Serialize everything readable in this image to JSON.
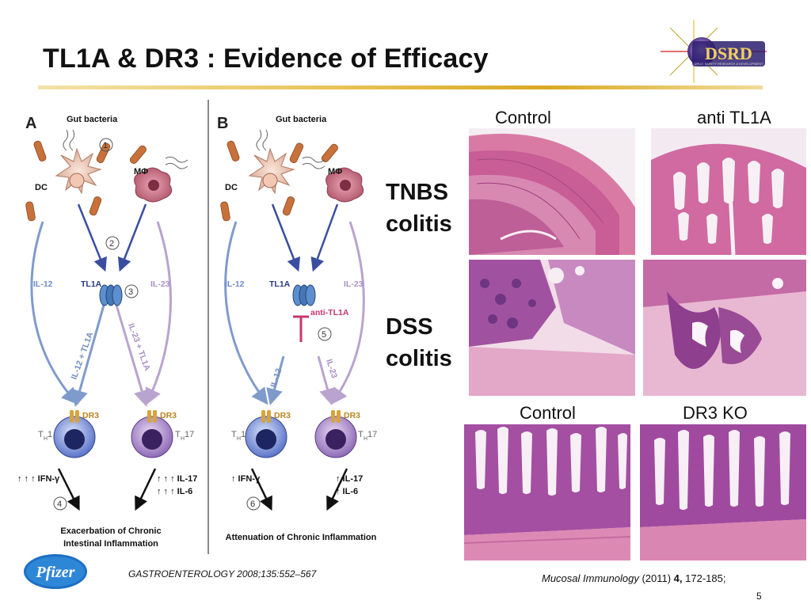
{
  "slide": {
    "title": "TL1A & DR3 : Evidence of Efficacy",
    "page_number": "5"
  },
  "logo": {
    "text": "DSRD",
    "subtitle": "DRUG SAFETY RESEARCH & DEVELOPMENT"
  },
  "brand": {
    "text": "Pfizer"
  },
  "diagram": {
    "panel_a": {
      "letter": "A",
      "source": "Gut bacteria",
      "dc": "DC",
      "mphi": "MΦ",
      "step1": "1",
      "step2": "2",
      "step3": "3",
      "step4": "4",
      "il12": "IL-12",
      "tl1a": "TL1A",
      "il23": "IL-23",
      "il12_tl1a": "IL-12 + TL1A",
      "il23_tl1a": "IL-23 + TL1A",
      "dr3_left": "DR3",
      "dr3_right": "DR3",
      "th1": "T",
      "th1_sub": "H",
      "th1_num": "1",
      "th17": "T",
      "th17_sub": "H",
      "th17_num": "17",
      "ifn": "↑ ↑ ↑ IFN-γ",
      "il17": "↑ ↑ ↑ IL-17",
      "il6": "↑ ↑ ↑ IL-6",
      "outcome_1": "Exacerbation of Chronic",
      "outcome_2": "Intestinal Inflammation"
    },
    "panel_b": {
      "letter": "B",
      "source": "Gut bacteria",
      "dc": "DC",
      "mphi": "MΦ",
      "step5": "5",
      "step6": "6",
      "il12": "IL-12",
      "tl1a": "TL1A",
      "il23": "IL-23",
      "anti": "anti-TL1A",
      "il12_down": "IL-12",
      "il23_down": "IL-23",
      "dr3_left": "DR3",
      "dr3_right": "DR3",
      "th1": "T",
      "th1_sub": "H",
      "th1_num": "1",
      "th17": "T",
      "th17_sub": "H",
      "th17_num": "17",
      "ifn": "↑ IFN-γ",
      "il17": "↑ IL-17",
      "il6": "↑ IL-6",
      "outcome": "Attenuation of Chronic Inflammation"
    }
  },
  "histology": {
    "top_col_1": "Control",
    "top_col_2": "anti TL1A",
    "row_1_line1": "TNBS",
    "row_1_line2": "colitis",
    "row_2_line1": "DSS",
    "row_2_line2": "colitis",
    "bottom_col_1": "Control",
    "bottom_col_2": "DR3 KO"
  },
  "citations": {
    "left": "GASTROENTEROLOGY 2008;135:552–567",
    "right_journal": "Mucosal Immunology",
    "right_year": " (2011) ",
    "right_volume": "4,",
    "right_pages": " 172-185;"
  }
}
